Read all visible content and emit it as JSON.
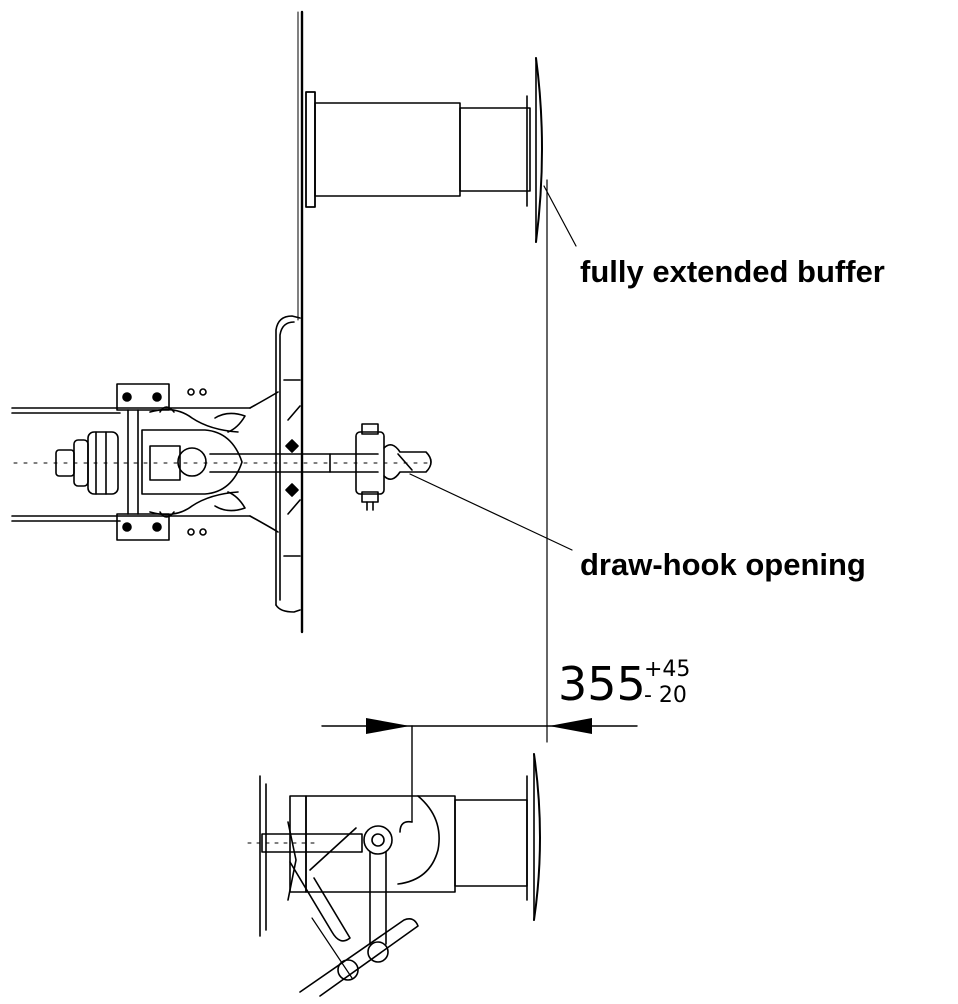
{
  "labels": {
    "buffer": "fully extended buffer",
    "hook": "draw-hook opening"
  },
  "dimension": {
    "value": "355",
    "upper_tolerance": "+45",
    "lower_tolerance": "- 20"
  },
  "colors": {
    "line": "#000000",
    "background": "#ffffff"
  }
}
